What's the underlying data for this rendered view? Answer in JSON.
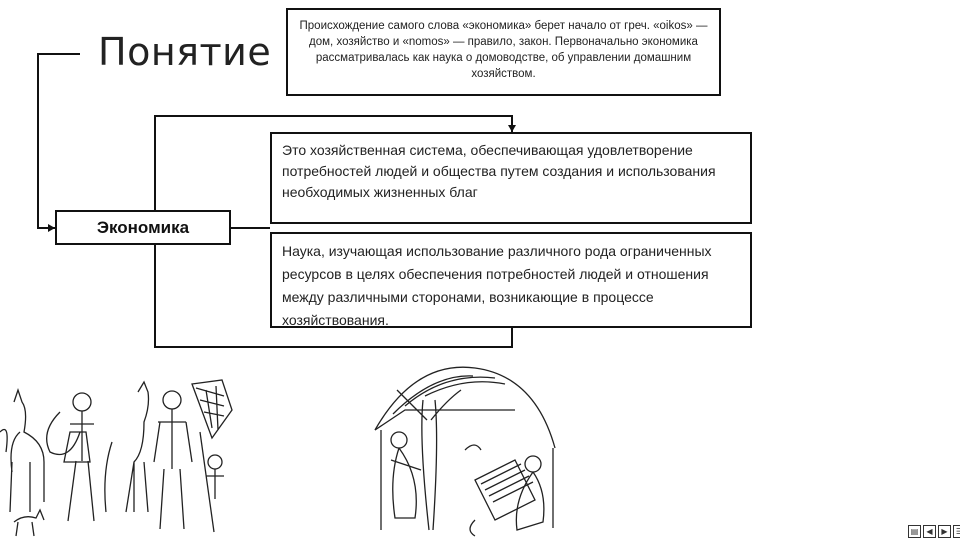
{
  "title": "Понятие",
  "etymology_text": "Происхождение самого слова «экономика» берет начало от греч. «oikos» — дом, хозяйство и «nomos» — правило, закон. Первоначально экономика рассматривалась как наука о домоводстве, об управлении домашним хозяйством.",
  "economy_label": "Экономика",
  "definition_1": "Это хозяйственная система, обеспечивающая удовлетворение потребностей людей и общества путем создания и использования необходимых жизненных благ",
  "definition_2": "Наука, изучающая использование различного рода ограниченных ресурсов в целях обеспечения потребностей людей и отношения между различными сторонами, возникающие в процессе хозяйствования.",
  "nav_icons": [
    "page-icon",
    "prev-icon",
    "next-icon",
    "menu-icon"
  ]
}
